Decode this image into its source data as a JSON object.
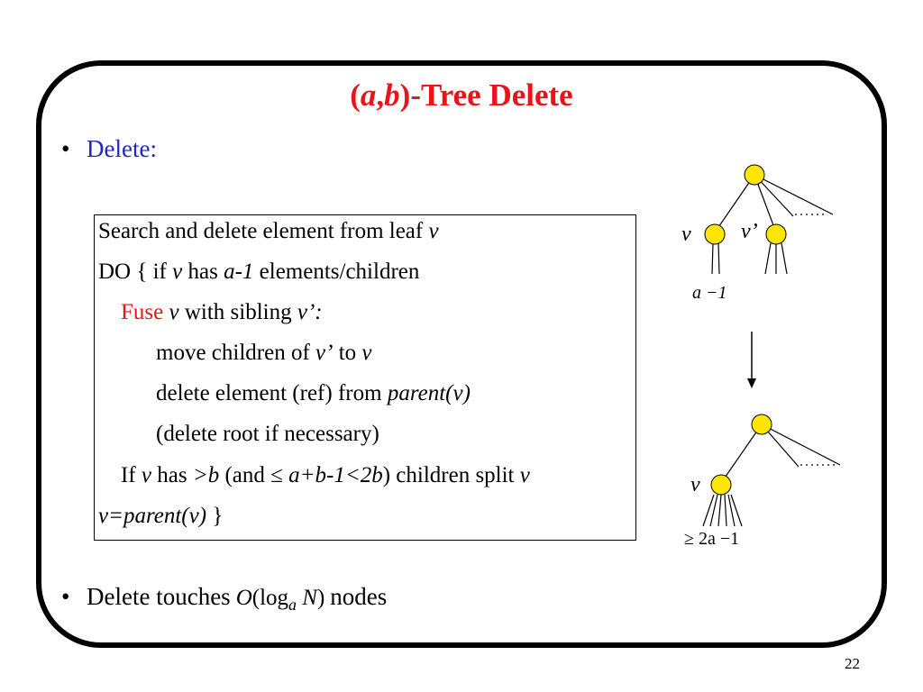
{
  "slide": {
    "title": {
      "part_a": "a",
      "part_comma": ",",
      "part_b": "b",
      "part_rest": ")-Tree Delete",
      "part_open": "("
    },
    "bullet1": "Delete:",
    "algorithm": {
      "l1_text": "Search and delete element from leaf ",
      "l1_var": "v",
      "l2_do": "DO { if ",
      "l2_var": "v",
      "l2_has": " has ",
      "l2_am1": "a-1",
      "l2_rest": " elements/children",
      "l3_fuse": "Fuse",
      "l3_v": " v",
      "l3_mid": " with sibling ",
      "l3_vp": "v’:",
      "l4_text": "move children of ",
      "l4_vp": "v’",
      "l4_to": " to ",
      "l4_v": "v",
      "l5_text": "delete element (ref) from ",
      "l5_parent": "parent(v)",
      "l6_text": "(delete root if necessary)",
      "l7_if": "If ",
      "l7_v": "v",
      "l7_has": " has ",
      "l7_gtb": ">b",
      "l7_and": " (and ≤ ",
      "l7_expr": "a+b-1<2b",
      "l7_rest": ") children split ",
      "l7_v2": "v",
      "l8_assign": "v=parent(v)",
      "l8_brace": " }"
    },
    "bullet2": {
      "prefix": "Delete touches",
      "math_O": "O",
      "math_open": "(log",
      "math_sub": "a",
      "math_N": " N",
      "math_close": ")",
      "suffix": "nodes"
    },
    "page_number": "22"
  },
  "diagram": {
    "node_color": "#ffe600",
    "label_v_top": "v",
    "label_vprime": "v’",
    "label_a_minus_1": "a −1",
    "label_v_bottom": "v",
    "label_geq": "≥ 2a −1"
  },
  "colors": {
    "title": "#e8141a",
    "bullet": "#2323c7",
    "fuse": "#e8141a"
  }
}
